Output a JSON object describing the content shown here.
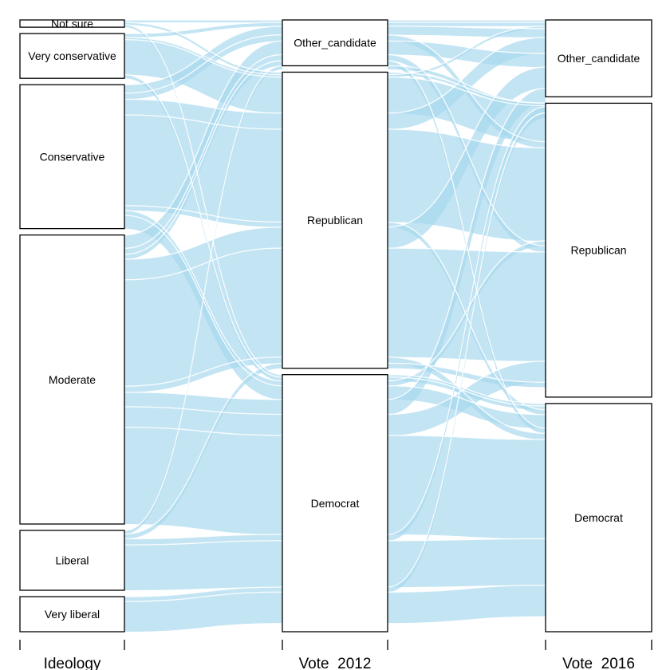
{
  "diagram": {
    "type": "alluvial",
    "flow_color": "#a8d8ee",
    "axes": [
      {
        "label": "Ideology",
        "categories": [
          {
            "id": "not_sure",
            "label": "Not sure",
            "share": 0.012
          },
          {
            "id": "very_conservative",
            "label": "Very conservative",
            "share": 0.074
          },
          {
            "id": "conservative",
            "label": "Conservative",
            "share": 0.238
          },
          {
            "id": "moderate",
            "label": "Moderate",
            "share": 0.478
          },
          {
            "id": "liberal",
            "label": "Liberal",
            "share": 0.099
          },
          {
            "id": "very_liberal",
            "label": "Very liberal",
            "share": 0.058
          }
        ]
      },
      {
        "label": "Vote_2012",
        "categories": [
          {
            "id": "other_candidate",
            "label": "Other_candidate",
            "share": 0.074
          },
          {
            "id": "republican",
            "label": "Republican",
            "share": 0.478
          },
          {
            "id": "democrat",
            "label": "Democrat",
            "share": 0.415
          }
        ]
      },
      {
        "label": "Vote_2016",
        "categories": [
          {
            "id": "other_candidate",
            "label": "Other_candidate",
            "share": 0.124
          },
          {
            "id": "republican",
            "label": "Republican",
            "share": 0.474
          },
          {
            "id": "democrat",
            "label": "Democrat",
            "share": 0.368
          }
        ]
      }
    ],
    "flows": [
      {
        "from": [
          "not_sure",
          "other_candidate",
          "other_candidate"
        ],
        "value": 0.004
      },
      {
        "from": [
          "not_sure",
          "republican",
          "republican"
        ],
        "value": 0.004
      },
      {
        "from": [
          "not_sure",
          "democrat",
          "democrat"
        ],
        "value": 0.004
      },
      {
        "from": [
          "very_conservative",
          "other_candidate",
          "other_candidate"
        ],
        "value": 0.006
      },
      {
        "from": [
          "very_conservative",
          "republican",
          "republican"
        ],
        "value": 0.058
      },
      {
        "from": [
          "very_conservative",
          "republican",
          "other_candidate"
        ],
        "value": 0.004
      },
      {
        "from": [
          "very_conservative",
          "democrat",
          "democrat"
        ],
        "value": 0.006
      },
      {
        "from": [
          "conservative",
          "other_candidate",
          "other_candidate"
        ],
        "value": 0.014
      },
      {
        "from": [
          "conservative",
          "other_candidate",
          "republican"
        ],
        "value": 0.01
      },
      {
        "from": [
          "conservative",
          "republican",
          "republican"
        ],
        "value": 0.15
      },
      {
        "from": [
          "conservative",
          "republican",
          "other_candidate"
        ],
        "value": 0.026
      },
      {
        "from": [
          "conservative",
          "republican",
          "democrat"
        ],
        "value": 0.008
      },
      {
        "from": [
          "conservative",
          "democrat",
          "democrat"
        ],
        "value": 0.022
      },
      {
        "from": [
          "conservative",
          "democrat",
          "republican"
        ],
        "value": 0.008
      },
      {
        "from": [
          "moderate",
          "other_candidate",
          "other_candidate"
        ],
        "value": 0.022
      },
      {
        "from": [
          "moderate",
          "other_candidate",
          "republican"
        ],
        "value": 0.01
      },
      {
        "from": [
          "moderate",
          "other_candidate",
          "democrat"
        ],
        "value": 0.008
      },
      {
        "from": [
          "moderate",
          "republican",
          "republican"
        ],
        "value": 0.176
      },
      {
        "from": [
          "moderate",
          "republican",
          "other_candidate"
        ],
        "value": 0.034
      },
      {
        "from": [
          "moderate",
          "republican",
          "democrat"
        ],
        "value": 0.01
      },
      {
        "from": [
          "moderate",
          "democrat",
          "democrat"
        ],
        "value": 0.16
      },
      {
        "from": [
          "moderate",
          "democrat",
          "republican"
        ],
        "value": 0.034
      },
      {
        "from": [
          "moderate",
          "democrat",
          "other_candidate"
        ],
        "value": 0.024
      },
      {
        "from": [
          "liberal",
          "other_candidate",
          "other_candidate"
        ],
        "value": 0.006
      },
      {
        "from": [
          "liberal",
          "republican",
          "republican"
        ],
        "value": 0.008
      },
      {
        "from": [
          "liberal",
          "democrat",
          "democrat"
        ],
        "value": 0.075
      },
      {
        "from": [
          "liberal",
          "democrat",
          "other_candidate"
        ],
        "value": 0.01
      },
      {
        "from": [
          "very_liberal",
          "democrat",
          "democrat"
        ],
        "value": 0.05
      },
      {
        "from": [
          "very_liberal",
          "democrat",
          "other_candidate"
        ],
        "value": 0.008
      }
    ]
  }
}
